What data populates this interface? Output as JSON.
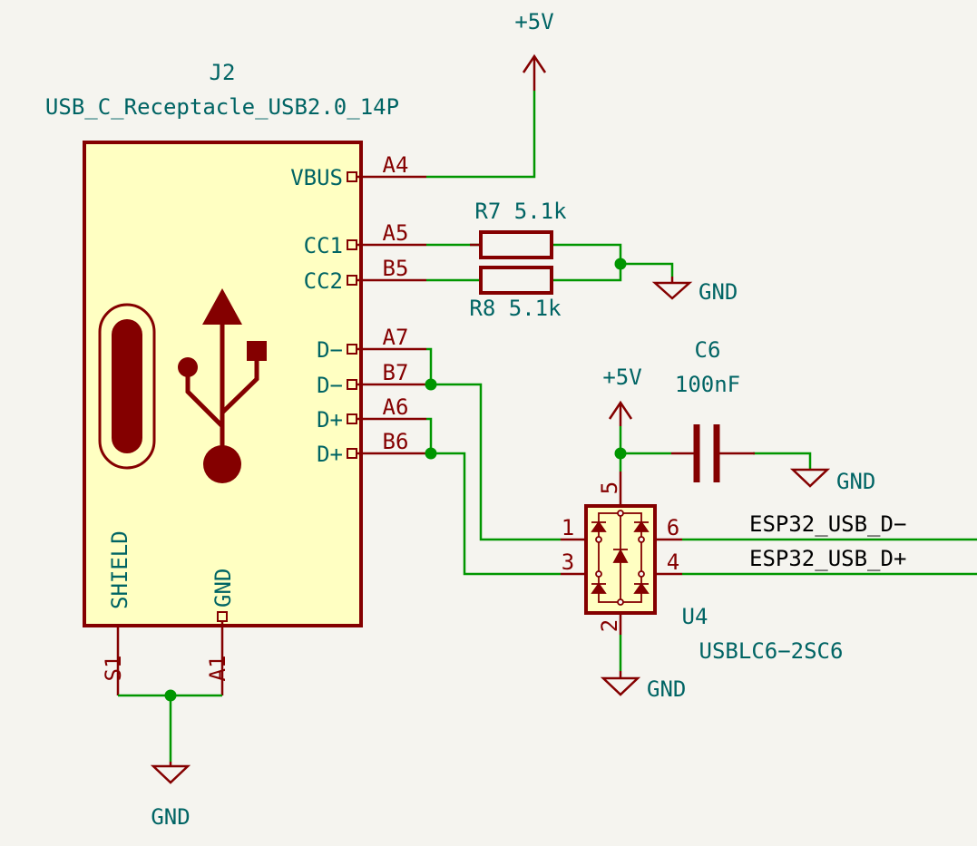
{
  "connector": {
    "ref": "J2",
    "value": "USB_C_Receptacle_USB2.0_14P",
    "pins_right": [
      {
        "name": "VBUS",
        "number": "A4"
      },
      {
        "name": "CC1",
        "number": "A5"
      },
      {
        "name": "CC2",
        "number": "B5"
      },
      {
        "name": "D−",
        "number": "A7"
      },
      {
        "name": "D−",
        "number": "B7"
      },
      {
        "name": "D+",
        "number": "A6"
      },
      {
        "name": "D+",
        "number": "B6"
      }
    ],
    "pins_bottom": [
      {
        "name": "SHIELD",
        "number": "S1"
      },
      {
        "name": "GND",
        "number": "A1"
      }
    ]
  },
  "resistors": [
    {
      "ref": "R7",
      "value": "5.1k"
    },
    {
      "ref": "R8",
      "value": "5.1k"
    }
  ],
  "capacitor": {
    "ref": "C6",
    "value": "100nF"
  },
  "esd": {
    "ref": "U4",
    "value": "USBLC6−2SC6",
    "pins": {
      "p1": "1",
      "p2": "2",
      "p3": "3",
      "p4": "4",
      "p5": "5",
      "p6": "6"
    }
  },
  "power": {
    "vcc_top": "+5V",
    "vcc_esd": "+5V",
    "gnd_cc": "GND",
    "gnd_cap": "GND",
    "gnd_esd": "GND",
    "gnd_connector": "GND"
  },
  "nets": {
    "dminus": "ESP32_USB_D−",
    "dplus": "ESP32_USB_D+"
  },
  "colors": {
    "wire": "#009600",
    "component": "#840000",
    "body_fill": "#ffffc2",
    "reference_text": "#006464",
    "background": "#f5f4ef"
  }
}
